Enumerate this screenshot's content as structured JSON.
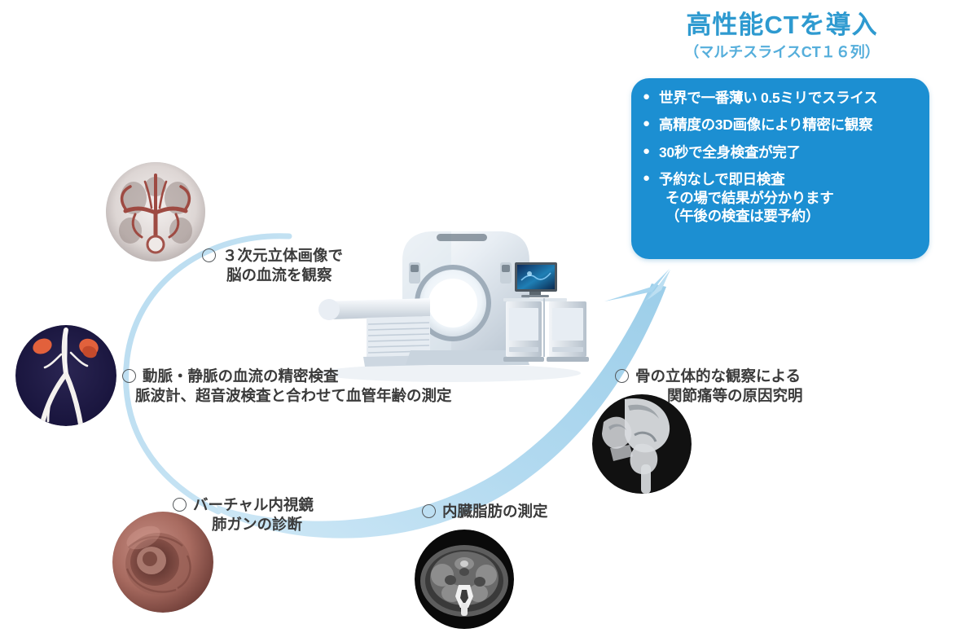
{
  "header": {
    "title": "高性能CTを導入",
    "subtitle": "（マルチスライスCT１６列）"
  },
  "feature_box": {
    "background_color": "#1c8fd2",
    "bullets": [
      {
        "text": "世界で一番薄い 0.5ミリでスライス",
        "extra_lines": []
      },
      {
        "text": "高精度の3D画像により精密に観察",
        "extra_lines": []
      },
      {
        "text": "30秒で全身検査が完了",
        "extra_lines": []
      },
      {
        "text": "予約なしで即日検査",
        "extra_lines": [
          "その場で結果が分かります",
          "（午後の検査は要予約）"
        ]
      }
    ]
  },
  "callouts": [
    {
      "id": "brain",
      "line1": "３次元立体画像で",
      "line2": "脳の血流を観察",
      "thumbnail": "brain-ct-angiography-image"
    },
    {
      "id": "vessel",
      "line1": "動脈・静脈の血流の精密検査",
      "line2": "脈波計、超音波検査と合わせて血管年齢の測定",
      "thumbnail": "aorta-angiography-image"
    },
    {
      "id": "bone",
      "line1": "骨の立体的な観察による",
      "line2": "関節痛等の原因究明",
      "thumbnail": "hip-bone-3d-ct-image"
    },
    {
      "id": "endoscope",
      "line1": "バーチャル内視鏡",
      "line2": "肺ガンの診断",
      "thumbnail": "virtual-endoscopy-image"
    },
    {
      "id": "fat",
      "line1": "内臓脂肪の測定",
      "line2": "",
      "thumbnail": "abdominal-ct-slice-image"
    }
  ],
  "graphics": {
    "scanner": "ct-scanner-illustration",
    "swoosh": "blue-curved-arrow",
    "swoosh_color": "#a9d6ef",
    "title_color": "#2e9ad0"
  }
}
